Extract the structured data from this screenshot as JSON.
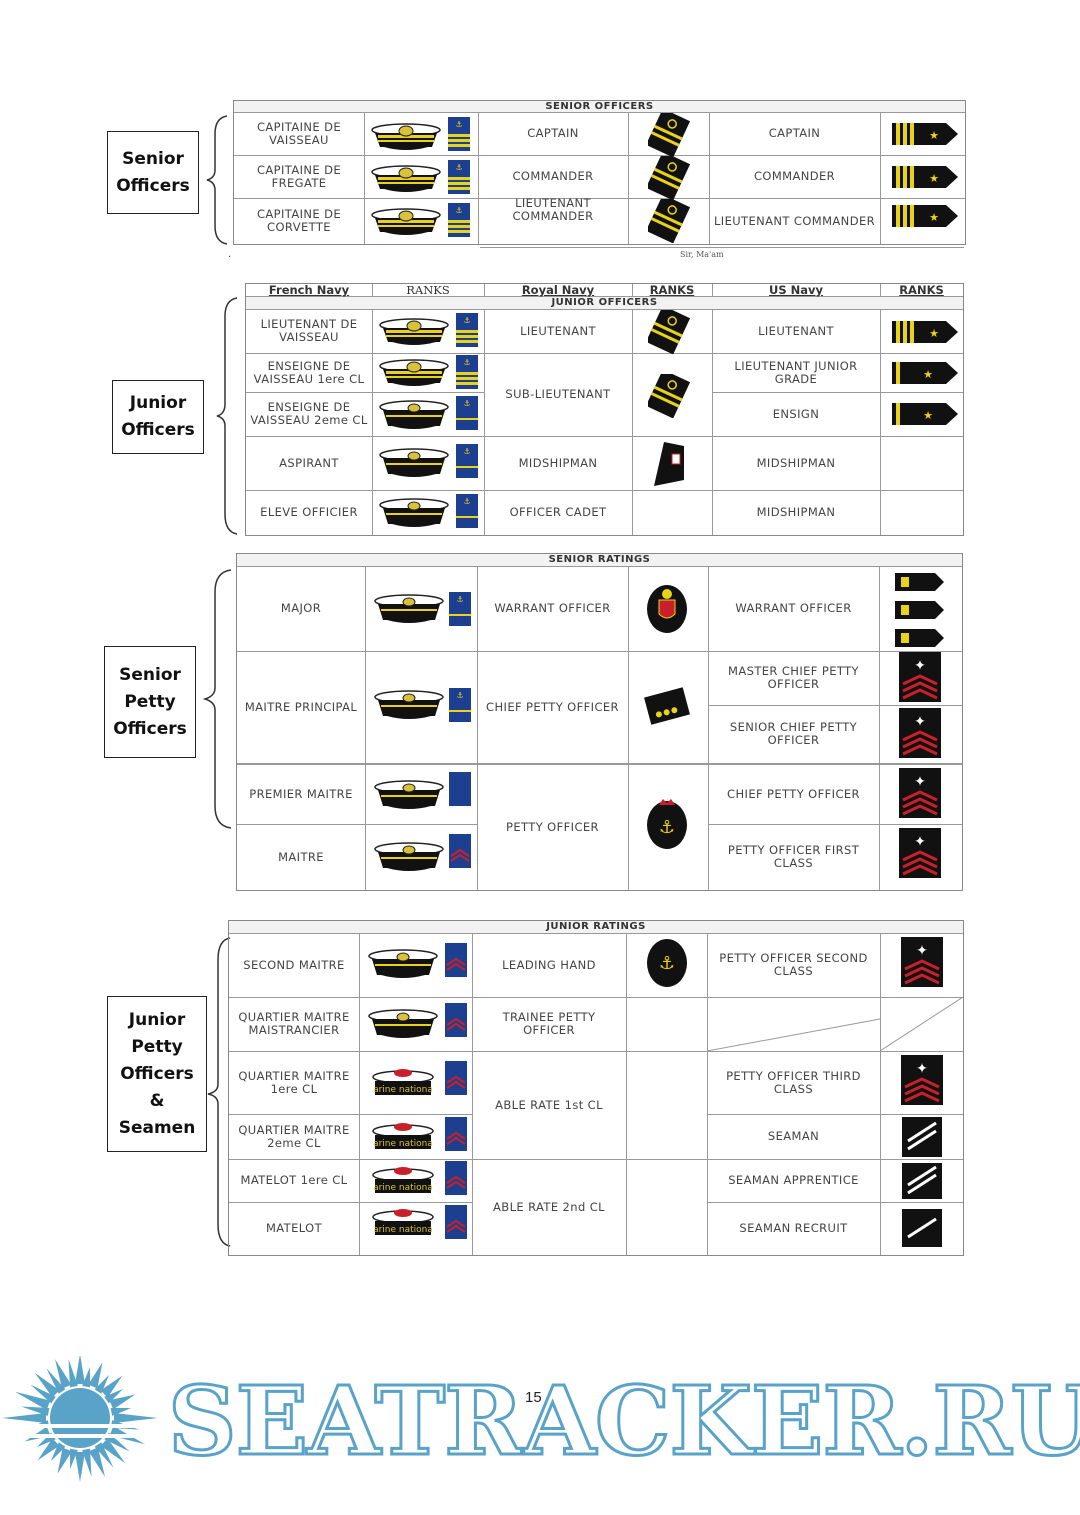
{
  "top_mark": "·",
  "column_headers": {
    "french": "French Navy",
    "ranks1": "RANKS",
    "royal": "Royal Navy",
    "ranks2": "RANKS",
    "us": "US Navy",
    "ranks3": "RANKS"
  },
  "groups": {
    "senior_officers": [
      "Senior",
      "Officers"
    ],
    "junior_officers": [
      "Junior",
      "Officers"
    ],
    "senior_petty": [
      "Senior",
      "Petty",
      "Officers"
    ],
    "junior_petty": [
      "Junior",
      "Petty",
      "Officers",
      "&",
      "Seamen"
    ]
  },
  "sections": {
    "senior_officers": {
      "title": "SENIOR OFFICERS",
      "french": [
        "CAPITAINE DE VAISSEAU",
        "CAPITAINE DE FREGATE",
        "CAPITAINE DE CORVETTE"
      ],
      "royal": [
        "CAPTAIN",
        "COMMANDER",
        "LIEUTENANT COMMANDER"
      ],
      "us": [
        "CAPTAIN",
        "COMMANDER",
        "LIEUTENANT COMMANDER"
      ],
      "note": "Sir, Ma'am"
    },
    "junior_officers": {
      "title": "JUNIOR OFFICERS",
      "french": [
        "LIEUTENANT DE VAISSEAU",
        "ENSEIGNE DE VAISSEAU 1ere CL",
        "ENSEIGNE DE VAISSEAU 2eme CL",
        "ASPIRANT",
        "ELEVE OFFICIER"
      ],
      "royal": [
        "LIEUTENANT",
        "SUB-LIEUTENANT",
        "MIDSHIPMAN",
        "OFFICER CADET"
      ],
      "us": [
        "LIEUTENANT",
        "LIEUTENANT JUNIOR GRADE",
        "ENSIGN",
        "MIDSHIPMAN",
        "MIDSHIPMAN"
      ]
    },
    "senior_ratings": {
      "title": "SENIOR RATINGS",
      "french": [
        "MAJOR",
        "MAITRE PRINCIPAL",
        "PREMIER MAITRE",
        "MAITRE"
      ],
      "royal": [
        "WARRANT OFFICER",
        "CHIEF PETTY OFFICER",
        "PETTY OFFICER"
      ],
      "us": [
        "WARRANT OFFICER",
        "MASTER CHIEF PETTY OFFICER",
        "SENIOR CHIEF PETTY OFFICER",
        "CHIEF PETTY OFFICER",
        "PETTY OFFICER FIRST CLASS"
      ]
    },
    "junior_ratings": {
      "title": "JUNIOR RATINGS",
      "french": [
        "SECOND MAITRE",
        "QUARTIER MAITRE MAISTRANCIER",
        "QUARTIER MAITRE 1ere CL",
        "QUARTIER MAITRE 2eme CL",
        "MATELOT 1ere CL",
        "MATELOT"
      ],
      "royal": [
        "LEADING HAND",
        "TRAINEE PETTY OFFICER",
        "ABLE RATE 1st CL",
        "ABLE RATE 2nd CL"
      ],
      "us": [
        "PETTY OFFICER SECOND CLASS",
        "PETTY OFFICER THIRD CLASS",
        "SEAMAN",
        "SEAMAN APPRENTICE",
        "SEAMAN RECRUIT"
      ],
      "cap_band": "arine nationa"
    }
  },
  "page_number": "15",
  "watermark": "SEATRACKER.RU",
  "colors": {
    "navy": "#1d3f8f",
    "gold": "#e8d21a",
    "red": "#c8202a",
    "watermark": "#5aa3c8"
  }
}
